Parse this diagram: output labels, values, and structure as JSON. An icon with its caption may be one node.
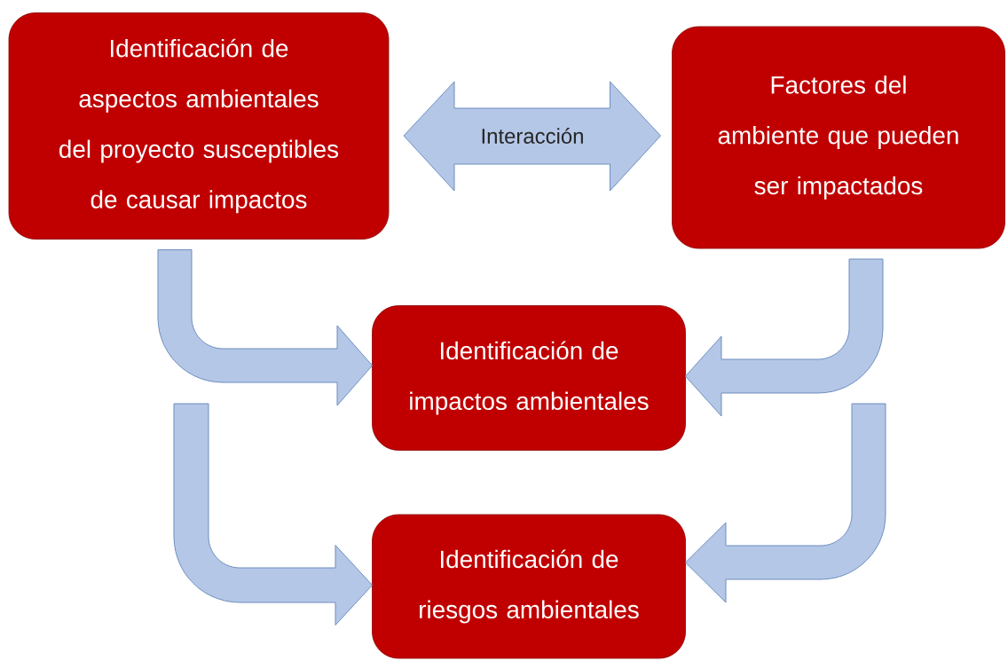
{
  "diagram": {
    "nodes": [
      {
        "text": [
          "Identificación de aspectos ambientales del proyecto susceptibles de causar impactos"
        ]
      },
      {
        "text": [
          "Factores del ambiente que pueden ser impactados"
        ]
      },
      {
        "text": [
          "Identificación de impactos ambientales"
        ]
      },
      {
        "text": [
          "Identificación de riesgos ambientales"
        ]
      }
    ],
    "edges": [
      {
        "from": 0,
        "to": 1,
        "arrow": "both",
        "label": "Interacción"
      },
      {
        "from": 0,
        "to": 2,
        "arrow": "to"
      },
      {
        "from": 1,
        "to": 2,
        "arrow": "to"
      },
      {
        "from": null,
        "to": 3,
        "arrow": "to"
      },
      {
        "from": null,
        "to": 3,
        "arrow": "to"
      }
    ]
  }
}
